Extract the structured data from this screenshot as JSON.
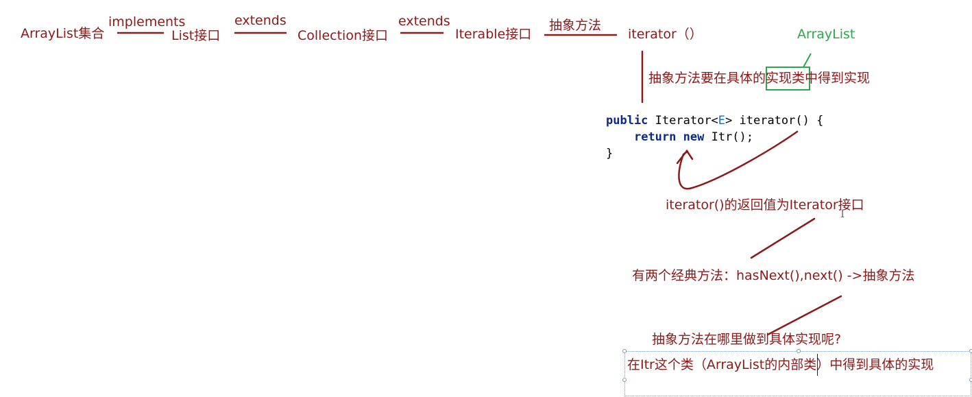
{
  "chain": {
    "arraylist": "ArrayList集合",
    "implements": "implements",
    "list": "List接口",
    "extends1": "extends",
    "collection": "Collection接口",
    "extends2": "extends",
    "iterable": "Iterable接口",
    "abstract_method": "抽象方法",
    "iterator_method": "iterator（）"
  },
  "annotations": {
    "arraylist_green": "ArrayList",
    "realize_prefix": "抽象方法要在具体的",
    "realize_box": "实现类",
    "realize_suffix": "中得到实现",
    "return_note": "iterator()的返回值为Iterator接口",
    "two_methods": "有两个经典方法：hasNext(),next() ->抽象方法",
    "question": "抽象方法在哪里做到具体实现呢?",
    "answer": "在Itr这个类（ArrayList的内部类）中得到具体的实现"
  },
  "code": {
    "kw_public": "public",
    "sig_a": "Iterator<",
    "generic": "E",
    "sig_b": "> iterator() {",
    "kw_return": "return",
    "kw_new": "new",
    "ret_rest": "Itr();",
    "close_brace": "}"
  },
  "colors": {
    "annotation": "#8b1a1a",
    "highlight": "#2aa84a",
    "keyword": "#0b2a8c",
    "generic": "#1a6fb5"
  }
}
